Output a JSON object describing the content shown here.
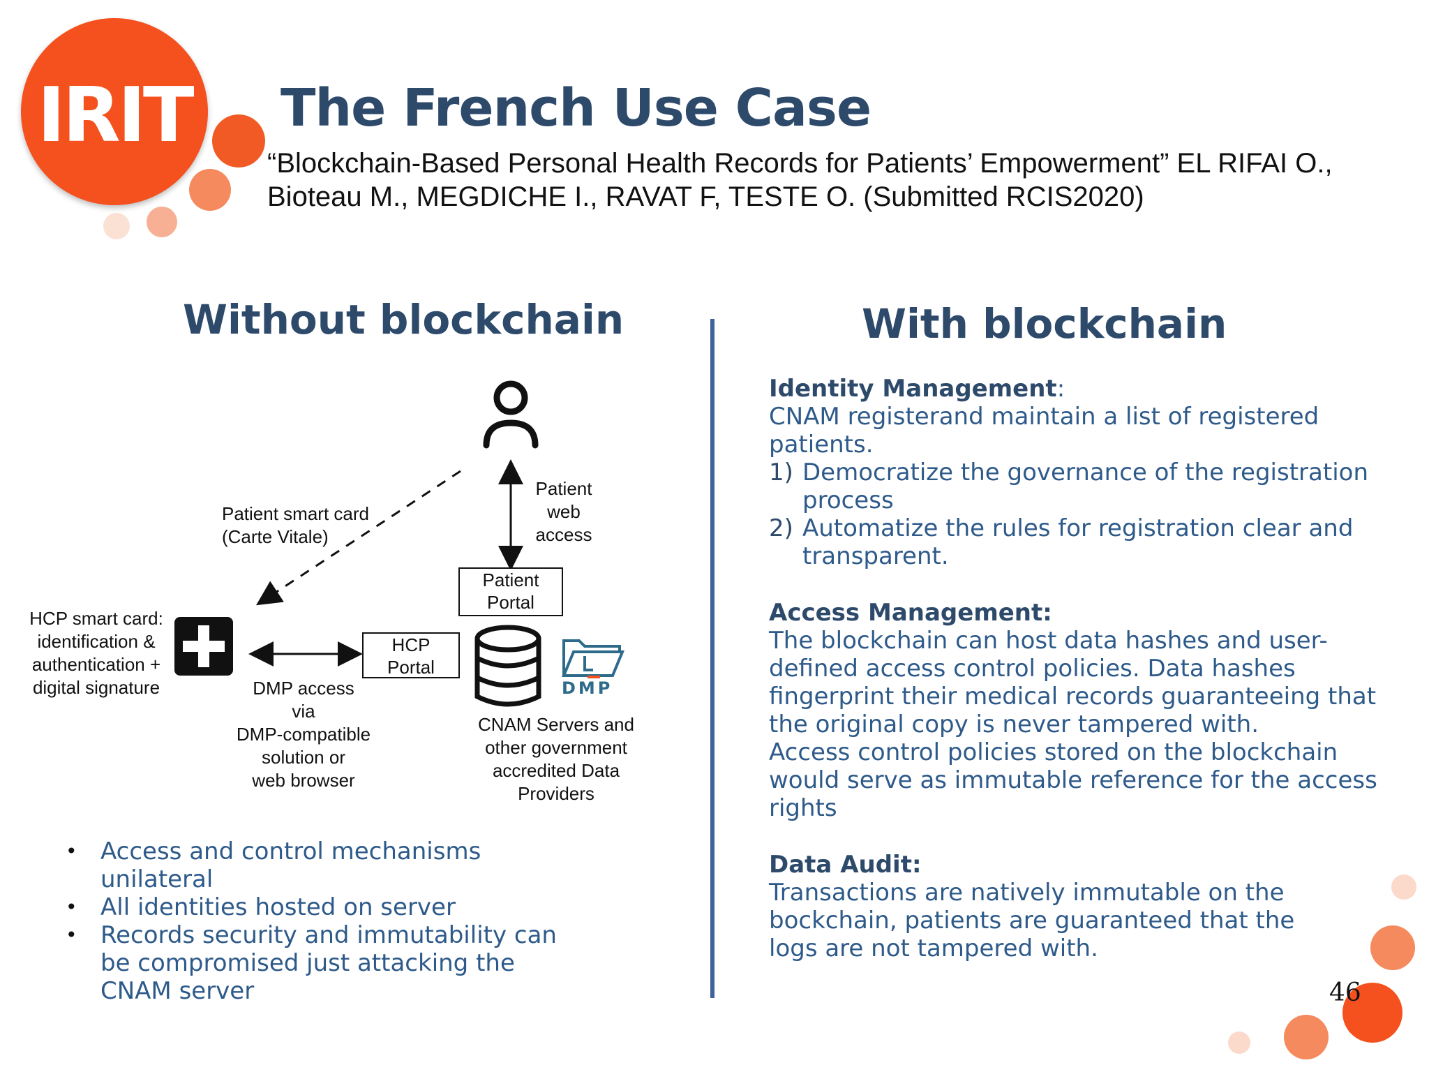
{
  "logo": {
    "text": "IRIT",
    "color": "#f4511e"
  },
  "title": "The French Use Case",
  "subtitle": "“Blockchain-Based Personal Health Records for Patients’ Empowerment” EL RIFAI O., Bioteau M., MEGDICHE I., RAVAT F, TESTE O. (Submitted RCIS2020)",
  "left": {
    "heading": "Without blockchain",
    "diagram": {
      "patient_smart_card": [
        "Patient smart card",
        "(Carte Vitale)"
      ],
      "patient_web_access": [
        "Patient",
        "web",
        "access"
      ],
      "patient_portal": [
        "Patient",
        "Portal"
      ],
      "hcp_smart_card": [
        "HCP smart card:",
        "identification &",
        "authentication +",
        "digital signature"
      ],
      "hcp_portal": [
        "HCP",
        "Portal"
      ],
      "dmp_access": [
        "DMP access",
        "via",
        "DMP-compatible",
        "solution or",
        "web browser"
      ],
      "cnam_servers": [
        "CNAM Servers and",
        "other government",
        "accredited Data",
        "Providers"
      ],
      "dmp_logo": "DMP",
      "icons": [
        "person-icon",
        "medical-cross-icon",
        "database-icon",
        "dmp-folder-icon"
      ]
    },
    "bullets": [
      "Access and control mechanisms unilateral",
      "All identities hosted on server",
      "Records security and immutability can be compromised just attacking the CNAM server"
    ],
    "bullet_char": "•"
  },
  "right": {
    "heading": "With blockchain",
    "identity": {
      "title": "Identity Management",
      "colon": ":",
      "text": "CNAM registerand maintain a list of registered patients.",
      "items": [
        {
          "num": "1)",
          "text": "Democratize the governance of the registration process"
        },
        {
          "num": "2)",
          "text": "Automatize the rules for registration clear and transparent."
        }
      ]
    },
    "access": {
      "title": "Access Management:",
      "text1": "The blockchain can host data hashes and user-defined access control policies. Data hashes fingerprint their medical records guaranteeing that the original copy is never tampered with.",
      "text2": "Access control policies stored on the blockchain would serve as immutable reference for the access rights"
    },
    "audit": {
      "title": "Data Audit:",
      "text": "Transactions are natively immutable on the bockchain, patients are guaranteed that the logs are not tampered with."
    }
  },
  "page_number": "46",
  "colors": {
    "title": "#2e4a6b",
    "body": "#2e5a8a",
    "divider": "#3d6399",
    "accent": "#f4511e"
  }
}
